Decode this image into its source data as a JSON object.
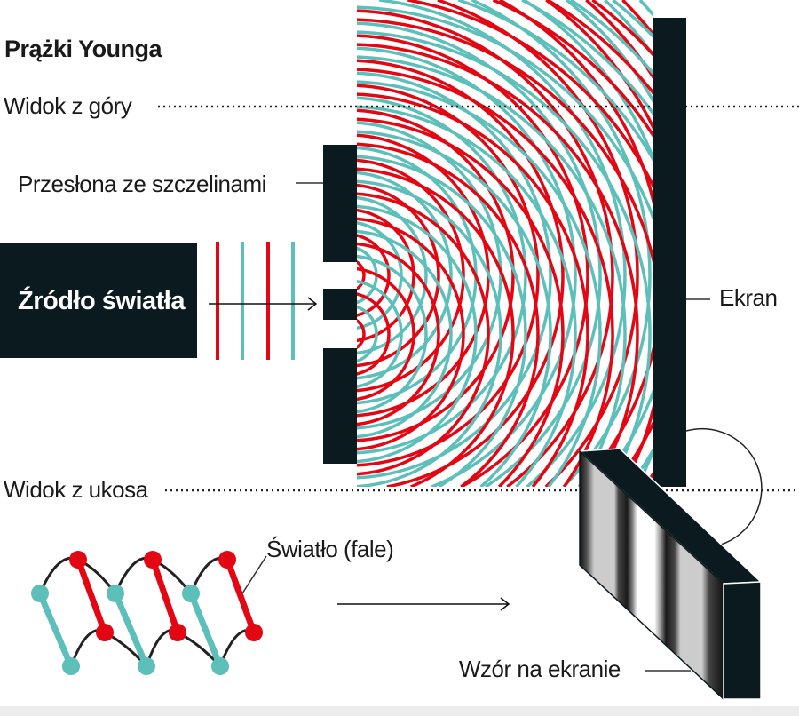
{
  "title": "Prążki Younga",
  "labels": {
    "top_view": "Widok z góry",
    "barrier": "Przesłona ze szczelinami",
    "source": "Źródło światła",
    "screen": "Ekran",
    "oblique_view": "Widok z ukosa",
    "light": "Światło (fale)",
    "pattern": "Wzór na ekranie"
  },
  "colors": {
    "red": "#e30613",
    "teal": "#5cbfba",
    "dark": "#0b1a1f"
  }
}
